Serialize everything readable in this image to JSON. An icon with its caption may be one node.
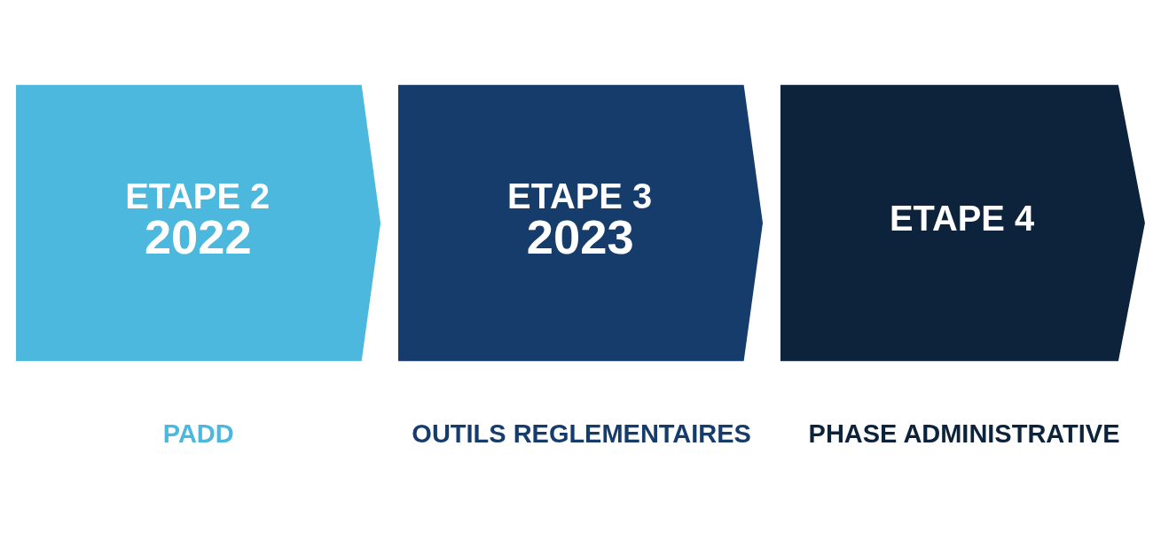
{
  "diagram": {
    "nodes": [
      {
        "text": [
          "ETAPE 2",
          "2022"
        ],
        "beside": [
          "PADD"
        ]
      },
      {
        "text": [
          "ETAPE 3",
          "2023"
        ],
        "beside": [
          "OUTILS REGLEMENTAIRES"
        ]
      },
      {
        "text": [
          "ETAPE 4"
        ],
        "beside": [
          "PHASE ADMINISTRATIVE"
        ]
      }
    ],
    "edges": []
  }
}
